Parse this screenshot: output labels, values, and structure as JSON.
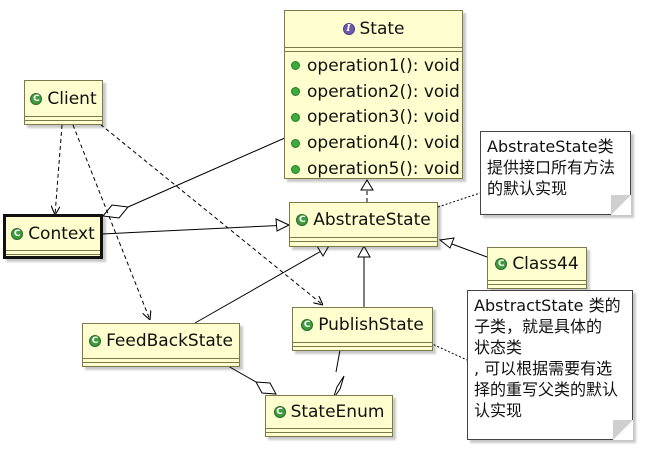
{
  "diagram": {
    "state": {
      "name": "State",
      "stereotype_icon": "interface-icon",
      "operations": [
        "operation1(): void",
        "operation2(): void",
        "operation3(): void",
        "operation4(): void",
        "operation5(): void"
      ]
    },
    "client": {
      "name": "Client",
      "icon": "class-icon"
    },
    "context": {
      "name": "Context",
      "icon": "class-icon"
    },
    "abstract_state": {
      "name": "AbstrateState",
      "icon": "class-icon"
    },
    "class44": {
      "name": "Class44",
      "icon": "class-icon"
    },
    "feedback_state": {
      "name": "FeedBackState",
      "icon": "class-icon"
    },
    "publish_state": {
      "name": "PublishState",
      "icon": "class-icon"
    },
    "state_enum": {
      "name": "StateEnum",
      "icon": "class-icon"
    },
    "note1": {
      "lines": [
        "AbstrateState类",
        "提供接口所有方法",
        "的默认实现"
      ]
    },
    "note2": {
      "lines": [
        "AbstractState 类的",
        "子类，就是具体的",
        "状态类",
        ", 可以根据需要有选",
        "择的重写父类的默认",
        "认实现"
      ]
    }
  },
  "colors": {
    "class_fill": "#fefece",
    "class_border": "#7a7a4a",
    "class_icon": "#3f9c3f",
    "interface_icon": "#6f5ab0"
  }
}
